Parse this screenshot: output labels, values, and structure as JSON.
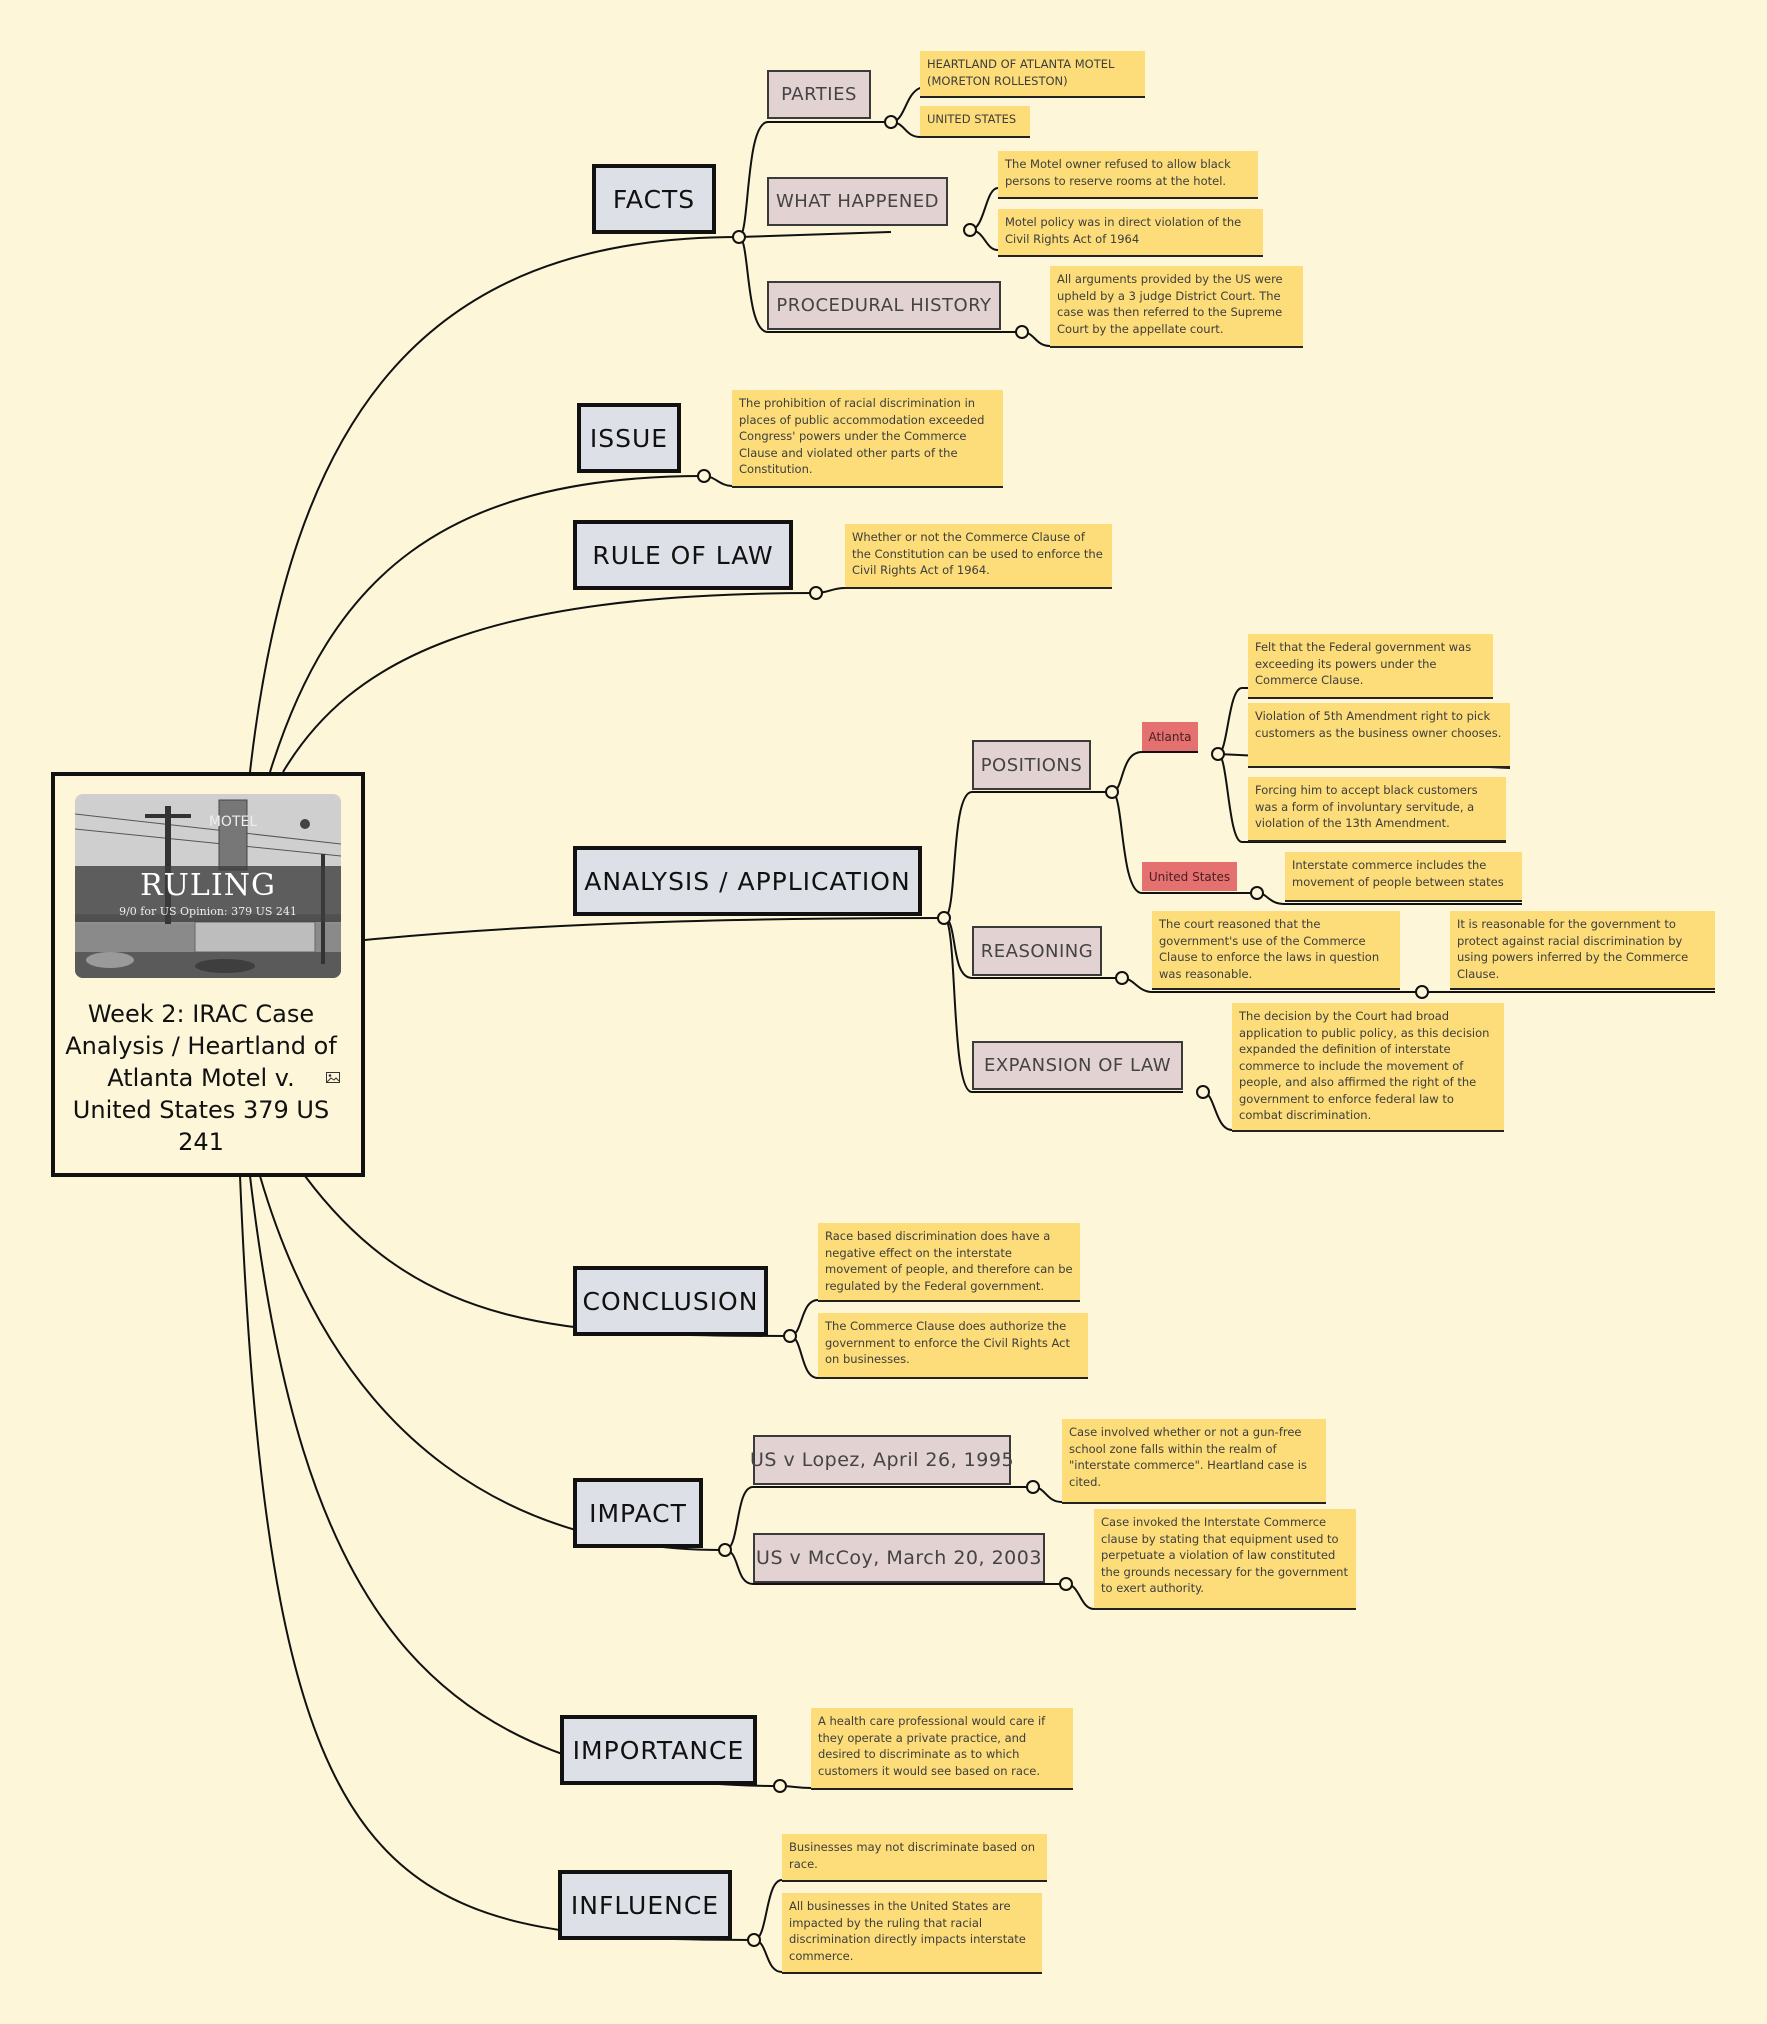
{
  "root": {
    "title": "Week 2: IRAC Case Analysis / Heartland of Atlanta Motel v. United States 379 US 241",
    "photo_title": "RULING",
    "photo_subtitle": "9/0 for US Opinion: 379 US 241",
    "photo_sign_letters": "MOTEL",
    "icon": "image-icon"
  },
  "facts": {
    "label": "FACTS",
    "parties": {
      "label": "PARTIES",
      "notes": [
        "HEARTLAND OF ATLANTA MOTEL (MORETON ROLLESTON)",
        "UNITED STATES"
      ]
    },
    "what_happened": {
      "label": "WHAT HAPPENED",
      "notes": [
        "The Motel owner refused to allow black persons to reserve rooms at the hotel.",
        "Motel policy was in direct violation of the Civil Rights Act of 1964"
      ]
    },
    "procedural_history": {
      "label": "PROCEDURAL HISTORY",
      "notes": [
        "All arguments provided by the US were upheld by a 3 judge District Court. The case was then referred to the Supreme Court by the appellate court."
      ]
    }
  },
  "issue": {
    "label": "ISSUE",
    "note": "The prohibition of racial discrimination in places of public accommodation exceeded Congress' powers under the Commerce Clause and violated other parts of the Constitution."
  },
  "rule_of_law": {
    "label": "RULE OF LAW",
    "note": "Whether or not the Commerce Clause of the Constitution can be used to enforce the Civil Rights Act of 1964."
  },
  "analysis": {
    "label": "ANALYSIS / APPLICATION",
    "positions": {
      "label": "POSITIONS",
      "atlanta": {
        "tag": "Atlanta",
        "notes": [
          "Felt that the Federal government was exceeding its powers under the Commerce Clause.",
          "Violation of 5th Amendment right to pick customers as the business owner chooses.",
          "Forcing him to accept black customers was a form of involuntary servitude, a violation of the 13th Amendment."
        ]
      },
      "united_states": {
        "tag": "United States",
        "note": "Interstate commerce includes the movement of people between states"
      }
    },
    "reasoning": {
      "label": "REASONING",
      "note": "The court reasoned that the government's use of the Commerce Clause to enforce the laws in question was reasonable.",
      "sub_note": "It is reasonable for the government to protect against racial discrimination by using powers inferred by the Commerce Clause."
    },
    "expansion": {
      "label": "EXPANSION OF LAW",
      "note": "The decision by the Court had broad application to public policy, as this decision expanded the definition of interstate commerce to include the movement of people, and also affirmed the right of the government to enforce federal law to combat discrimination."
    }
  },
  "conclusion": {
    "label": "CONCLUSION",
    "notes": [
      "Race based discrimination does have a negative effect on the interstate movement of people, and therefore can be regulated by the Federal government.",
      "The Commerce Clause does authorize the government to enforce the Civil Rights Act on businesses."
    ]
  },
  "impact": {
    "label": "IMPACT",
    "lopez": {
      "label": "US v Lopez, April 26, 1995",
      "note": "Case involved whether or not a gun-free school zone falls within the realm of \"interstate commerce\". Heartland case is cited."
    },
    "mccoy": {
      "label": "US v McCoy, March 20, 2003",
      "note": "Case invoked the Interstate Commerce clause by stating that equipment used to perpetuate a violation of law constituted the grounds necessary for the government to exert authority."
    }
  },
  "importance": {
    "label": "IMPORTANCE",
    "note": "A health care professional would care if they operate a private practice, and desired to discriminate as to which customers it would see based on race."
  },
  "influence": {
    "label": "INFLUENCE",
    "notes": [
      "Businesses may not discriminate based on race.",
      "All businesses in the United States are impacted by the ruling that racial discrimination directly impacts interstate commerce."
    ]
  },
  "colors": {
    "background": "#fdf6d8",
    "main_topic": "#dde1e7",
    "sub_topic": "#e3d2d2",
    "note": "#fcdd7a",
    "tag": "#e47070",
    "line": "#111111"
  }
}
